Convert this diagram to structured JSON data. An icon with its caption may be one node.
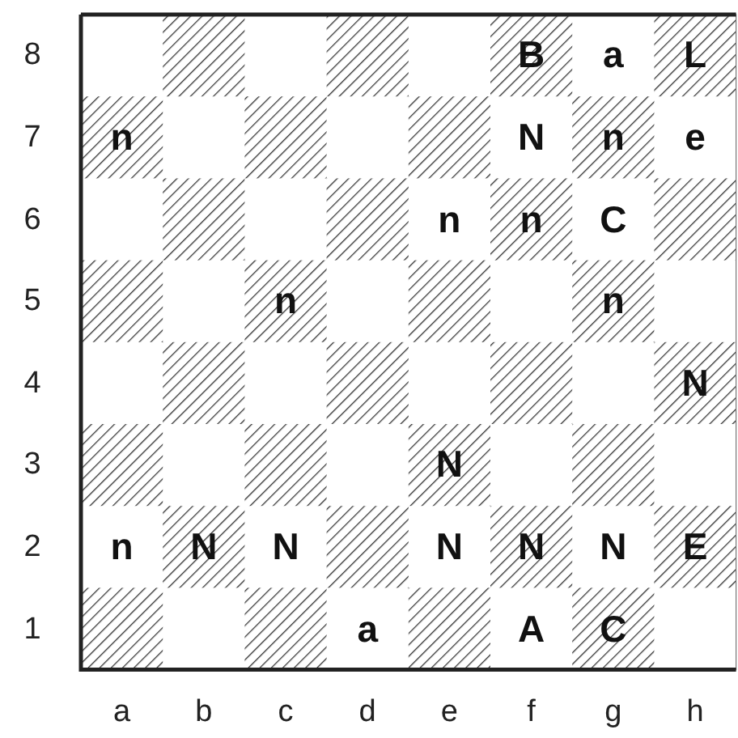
{
  "diagram": {
    "labels": [
      "8",
      "B",
      "a",
      "L",
      "7",
      "n",
      "N",
      "n",
      "e",
      "6",
      "n",
      "n",
      "C",
      "5",
      "n",
      "n",
      "4",
      "N",
      "3",
      "N",
      "2",
      "n",
      "N",
      "N",
      "N",
      "N",
      "N",
      "E",
      "1",
      "a",
      "A",
      "C",
      "a",
      "b",
      "c",
      "d",
      "e",
      "f",
      "g",
      "h"
    ]
  }
}
